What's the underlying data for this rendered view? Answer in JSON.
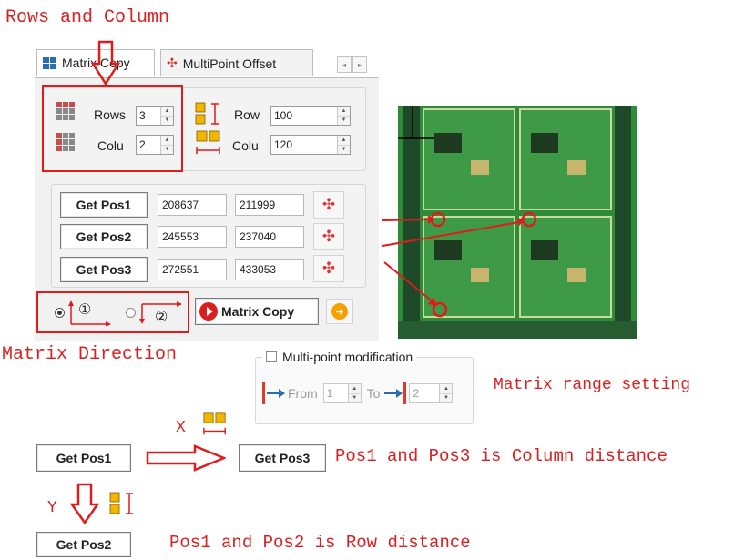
{
  "annotations": {
    "rows_and_column": "Rows and Column",
    "matrix_direction": "Matrix Direction",
    "matrix_range_setting": "Matrix range setting",
    "x_label": "X",
    "y_label": "Y",
    "pos1_pos3_desc": "Pos1 and Pos3 is Column distance",
    "pos1_pos2_desc": "Pos1 and Pos2 is Row distance"
  },
  "tabs": [
    {
      "label": "Matrix Copy",
      "active": true
    },
    {
      "label": "MultiPoint Offset",
      "active": false
    }
  ],
  "matrix": {
    "rows_label": "Rows",
    "rows_value": "3",
    "colu_label": "Colu",
    "colu_value": "2",
    "row_label": "Row",
    "row_value": "100",
    "col_dist_label": "Colu",
    "col_dist_value": "120"
  },
  "positions": [
    {
      "button": "Get Pos1",
      "x": "208637",
      "y": "211999"
    },
    {
      "button": "Get Pos2",
      "x": "245553",
      "y": "237040"
    },
    {
      "button": "Get Pos3",
      "x": "272551",
      "y": "433053"
    }
  ],
  "direction": {
    "option1": "①",
    "option2": "②",
    "selected": "option1"
  },
  "matrix_copy_button": "Matrix Copy",
  "multipoint": {
    "checkbox_label": "Multi-point modification",
    "from_label": "From",
    "from_value": "1",
    "to_label": "To",
    "to_value": "2"
  },
  "diagram": {
    "pos1_button": "Get Pos1",
    "pos3_button": "Get Pos3",
    "pos2_button": "Get Pos2"
  },
  "colors": {
    "annotation_red": "#d92020",
    "accent_blue": "#2a6db5",
    "pcb_green": "#2e8b3a",
    "icon_yellow": "#f2b600"
  }
}
